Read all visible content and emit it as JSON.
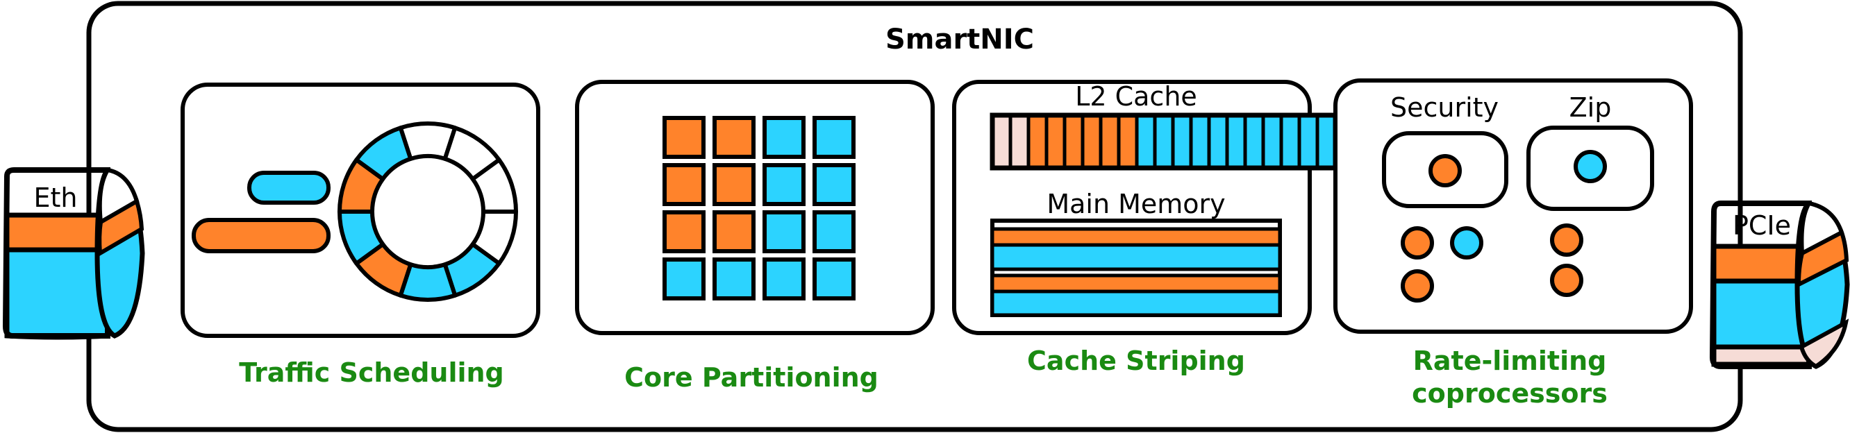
{
  "colors": {
    "orange": "#ff832b",
    "cyan": "#2cd3ff",
    "pink": "#f6dcd6",
    "green": "#1a8a12",
    "stroke": "#000000"
  },
  "diagram": {
    "title": "SmartNIC",
    "eth_label": "Eth",
    "pcie_label": "PCIe",
    "panels": {
      "traffic": {
        "caption": "Traffic Scheduling"
      },
      "core": {
        "caption": "Core Partitioning"
      },
      "cache": {
        "caption": "Cache Striping",
        "l2_label": "L2 Cache",
        "memory_label": "Main Memory"
      },
      "rate": {
        "caption_line1": "Rate-limiting",
        "caption_line2": "coprocessors",
        "security_label": "Security",
        "zip_label": "Zip"
      }
    },
    "core_grid": [
      [
        "orange",
        "orange",
        "cyan",
        "cyan"
      ],
      [
        "orange",
        "orange",
        "cyan",
        "cyan"
      ],
      [
        "orange",
        "orange",
        "cyan",
        "cyan"
      ],
      [
        "cyan",
        "cyan",
        "cyan",
        "cyan"
      ]
    ],
    "l2_stripes": [
      "pink",
      "pink",
      "orange",
      "orange",
      "orange",
      "orange",
      "orange",
      "orange",
      "cyan",
      "cyan",
      "cyan",
      "cyan",
      "cyan",
      "cyan",
      "cyan",
      "cyan",
      "cyan",
      "cyan",
      "cyan"
    ],
    "memory_bands": [
      "orange",
      "cyan",
      "orange",
      "cyan"
    ],
    "ring_segments": [
      "white",
      "white",
      "white",
      "white",
      "cyan",
      "cyan",
      "orange",
      "cyan",
      "orange",
      "cyan"
    ]
  }
}
